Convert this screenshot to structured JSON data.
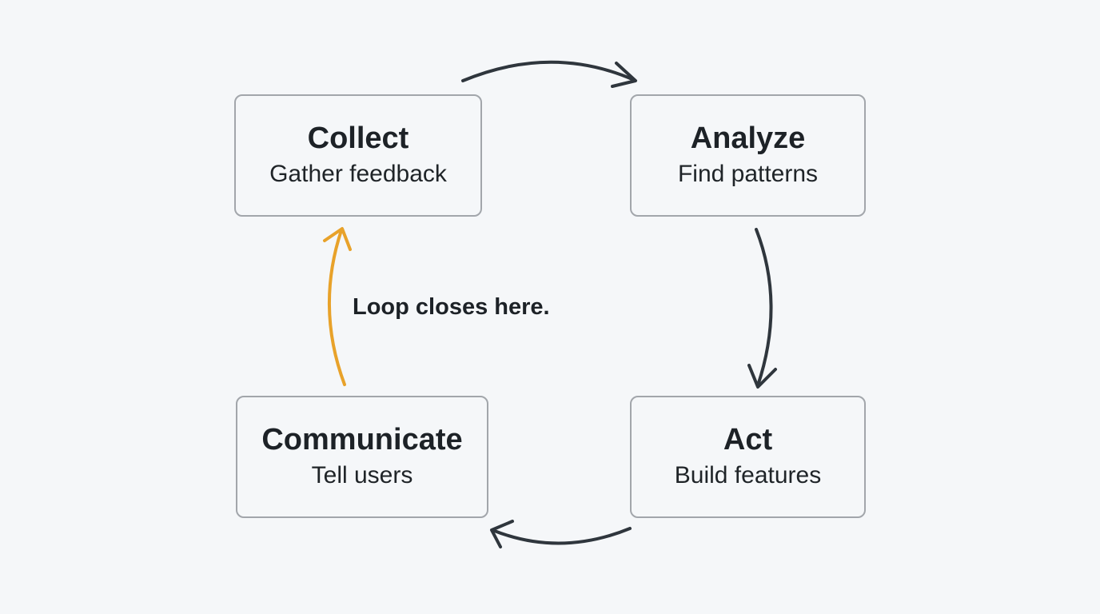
{
  "nodes": {
    "collect": {
      "title": "Collect",
      "subtitle": "Gather feedback"
    },
    "analyze": {
      "title": "Analyze",
      "subtitle": "Find patterns"
    },
    "act": {
      "title": "Act",
      "subtitle": "Build features"
    },
    "communicate": {
      "title": "Communicate",
      "subtitle": "Tell users"
    }
  },
  "annotation": {
    "text": "Loop closes here."
  },
  "colors": {
    "background": "#f5f7f9",
    "box_border": "#a2a6ab",
    "arrow": "#2f363d",
    "highlight_arrow": "#e8a22a",
    "text": "#1d2227"
  },
  "edges": [
    {
      "from": "collect",
      "to": "analyze",
      "highlight": false
    },
    {
      "from": "analyze",
      "to": "act",
      "highlight": false
    },
    {
      "from": "act",
      "to": "communicate",
      "highlight": false
    },
    {
      "from": "communicate",
      "to": "collect",
      "highlight": true
    }
  ]
}
